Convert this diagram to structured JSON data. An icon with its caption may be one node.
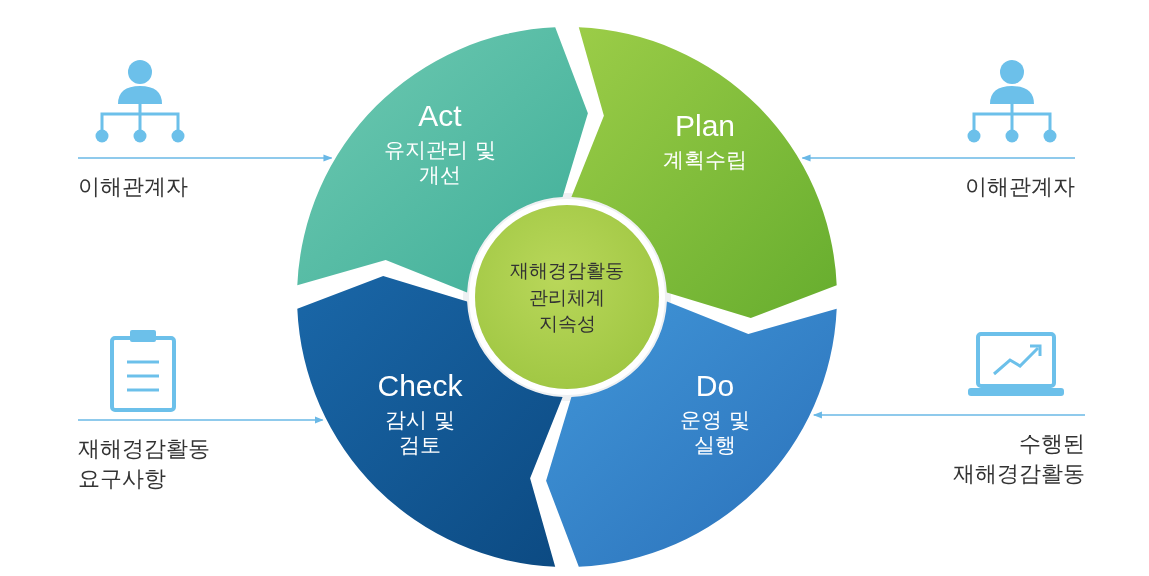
{
  "diagram": {
    "nodes": [
      {
        "text": [
          "Act",
          "유지관리 및 개선"
        ]
      },
      {
        "text": [
          "Plan",
          "계획수립"
        ]
      },
      {
        "text": [
          "Do",
          "운영 및 실행"
        ]
      },
      {
        "text": [
          "Check",
          "감시 및 검토"
        ]
      },
      {
        "text": [
          "재해경감활동 관리체계 지속성"
        ]
      },
      {
        "text": [
          "이해관계자"
        ]
      },
      {
        "text": [
          "이해관계자"
        ]
      },
      {
        "text": [
          "재해경감활동 요구사항"
        ]
      },
      {
        "text": [
          "수행된 재해경감활동"
        ]
      }
    ],
    "edges": [
      {
        "from": 5,
        "to": 0,
        "arrow": "to"
      },
      {
        "from": 6,
        "to": 1,
        "arrow": "to"
      },
      {
        "from": 7,
        "to": 3,
        "arrow": "to"
      },
      {
        "from": 8,
        "to": 2,
        "arrow": "to"
      }
    ]
  }
}
